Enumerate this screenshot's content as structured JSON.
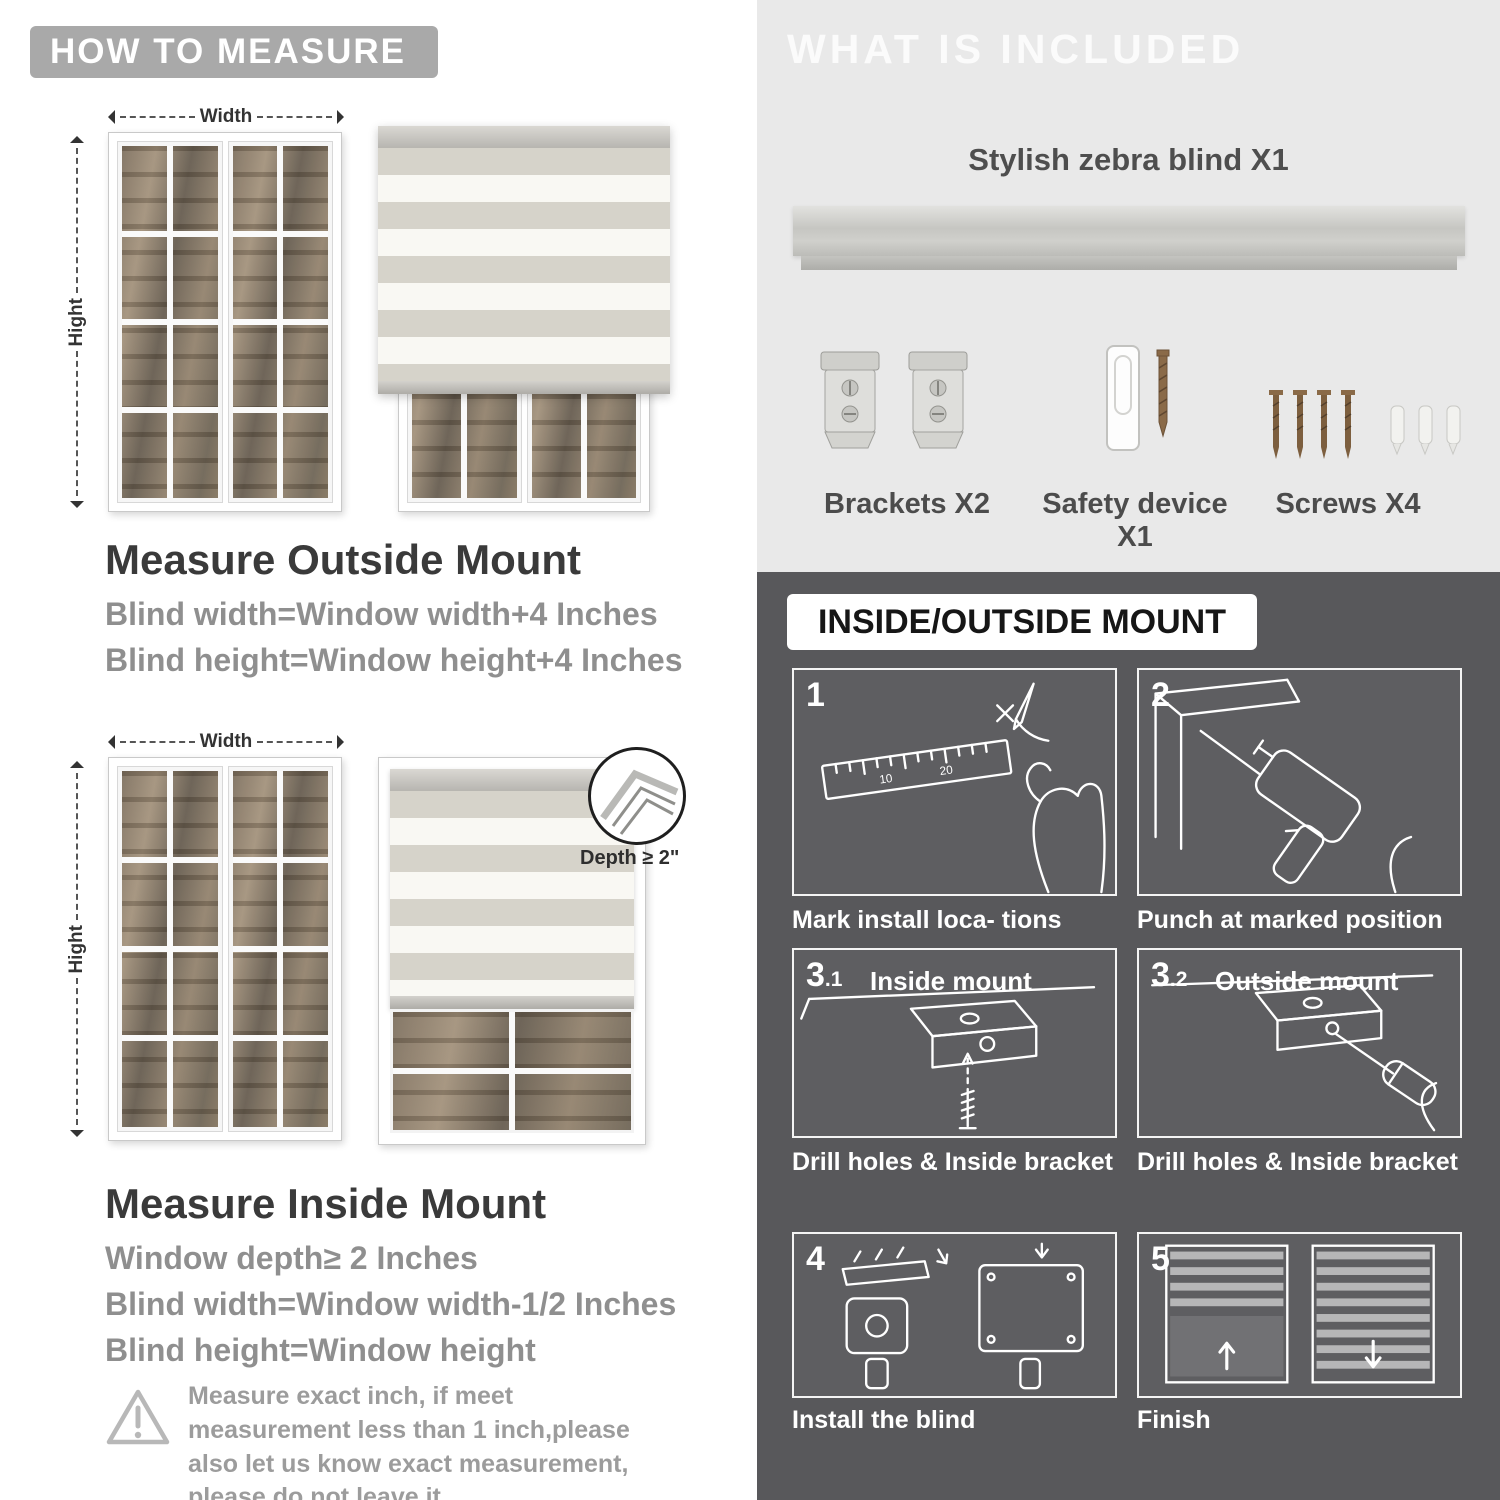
{
  "colors": {
    "banner_gray": "#a9a9a9",
    "included_bg": "#e9e9e9",
    "mount_bg": "#58585b",
    "heading_text": "#3a3a3a",
    "body_text": "#8f8f8f"
  },
  "left": {
    "header": "HOW TO MEASURE",
    "labels": {
      "width": "Width",
      "height": "Hight"
    },
    "outside": {
      "title": "Measure Outside Mount",
      "line1": "Blind width=Window width+4 Inches",
      "line2": "Blind height=Window height+4 Inches"
    },
    "inside": {
      "title": "Measure Inside Mount",
      "depth_callout": "Depth ≥ 2\"",
      "line1": "Window depth≥ 2 Inches",
      "line2": "Blind width=Window width-1/2 Inches",
      "line3": "Blind height=Window height"
    },
    "note": "Measure exact inch, if meet measurement less than 1 inch,please also let us know exact measurement, please do not leave it"
  },
  "right": {
    "included": {
      "header": "WHAT IS INCLUDED",
      "blind_label": "Stylish zebra blind X1",
      "items": [
        {
          "label": "Brackets X2"
        },
        {
          "label": "Safety device X1"
        },
        {
          "label": "Screws X4"
        }
      ]
    },
    "mount": {
      "header": "INSIDE/OUTSIDE MOUNT",
      "steps": [
        {
          "num": "1",
          "sub": "",
          "label": "",
          "caption": "Mark install loca- tions"
        },
        {
          "num": "2",
          "sub": "",
          "label": "",
          "caption": "Punch at  marked position"
        },
        {
          "num": "3",
          "sub": ".1",
          "label": "Inside mount",
          "caption": "Drill holes &  Inside bracket"
        },
        {
          "num": "3",
          "sub": ".2",
          "label": "Outside mount",
          "caption": "Drill holes &  Inside bracket"
        },
        {
          "num": "4",
          "sub": "",
          "label": "",
          "caption": "Install the blind"
        },
        {
          "num": "5",
          "sub": "",
          "label": "",
          "caption": "Finish"
        }
      ]
    }
  }
}
